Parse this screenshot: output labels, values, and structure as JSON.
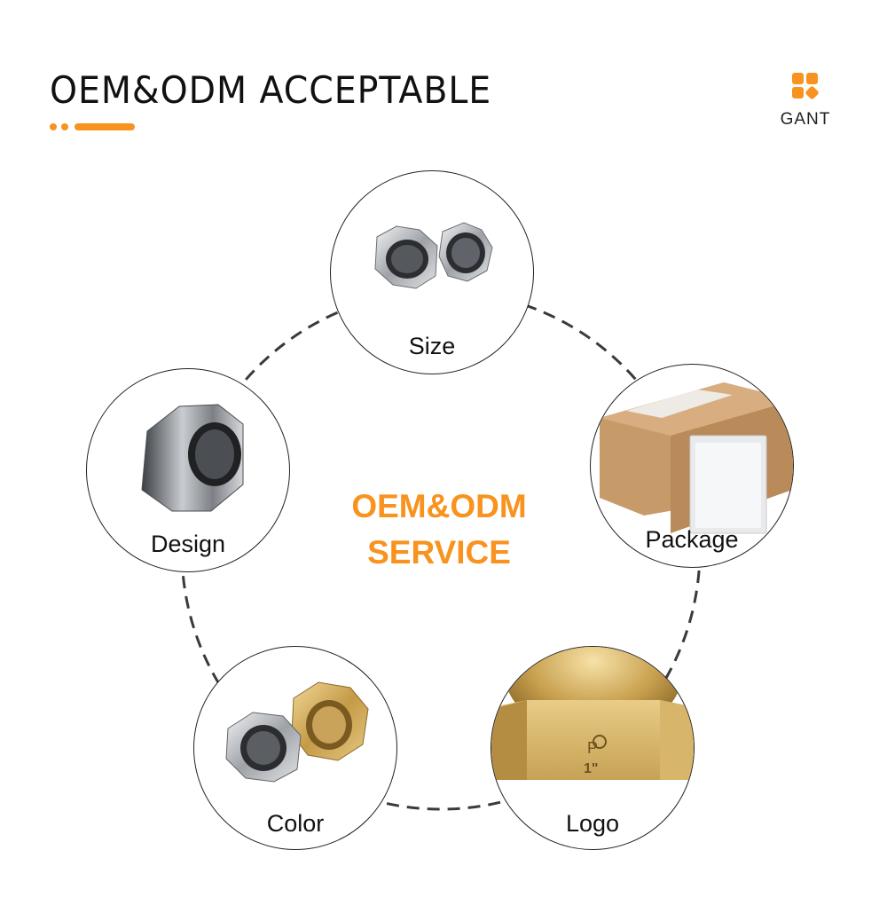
{
  "header": {
    "title": "OEM&ODM ACCEPTABLE"
  },
  "brand": {
    "name": "GANT",
    "logo_icon": "four-petal-logo-icon"
  },
  "center": {
    "line1": "OEM&ODM",
    "line2": "SERVICE"
  },
  "nodes": {
    "size": {
      "label": "Size",
      "icon": "two-chrome-hex-caps"
    },
    "design": {
      "label": "Design",
      "icon": "brushed-hex-cap"
    },
    "package": {
      "label": "Package",
      "icon": "cardboard-box-and-bag"
    },
    "color": {
      "label": "Color",
      "icon": "chrome-and-brass-caps"
    },
    "logo": {
      "label": "Logo",
      "icon": "brass-cap-with-logo",
      "engraving_top": "P",
      "engraving_bottom": "1\""
    }
  },
  "colors": {
    "accent": "#F7931E",
    "text": "#111111",
    "outline": "#222222",
    "brass": "#C9A44E",
    "chrome": "#A9ADB2",
    "cardboard": "#C79A6A"
  }
}
